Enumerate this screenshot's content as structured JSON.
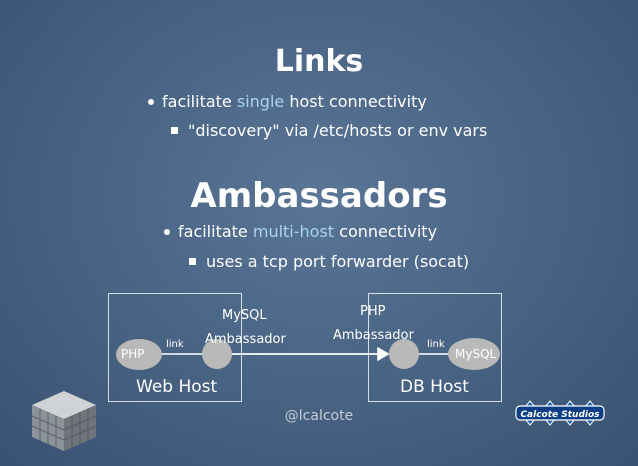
{
  "slide": {
    "title1": "Links",
    "links_bullet": {
      "pre": "facilitate ",
      "highlight": "single",
      "post": " host connectivity"
    },
    "links_sub": "\"discovery\" via /etc/hosts or env vars",
    "title2": "Ambassadors",
    "amb_bullet": {
      "pre": "facilitate ",
      "highlight": "multi-host",
      "post": " connectivity"
    },
    "amb_sub": "uses a tcp port forwarder (socat)"
  },
  "diagram": {
    "web_host_label": "Web Host",
    "db_host_label": "DB Host",
    "php_left": "PHP",
    "mysql_right": "MySQL",
    "link_left": "link",
    "link_right": "link",
    "mysql_amb_line1": "MySQL",
    "mysql_amb_line2": "Ambassador",
    "php_amb_line1": "PHP",
    "php_amb_line2": "Ambassador"
  },
  "footer": "@lcalcote",
  "logo_text": "Calcote Studios",
  "colors": {
    "highlight": "#a8d4f0",
    "node": "#b9b9b9",
    "background": "#4a6585"
  }
}
